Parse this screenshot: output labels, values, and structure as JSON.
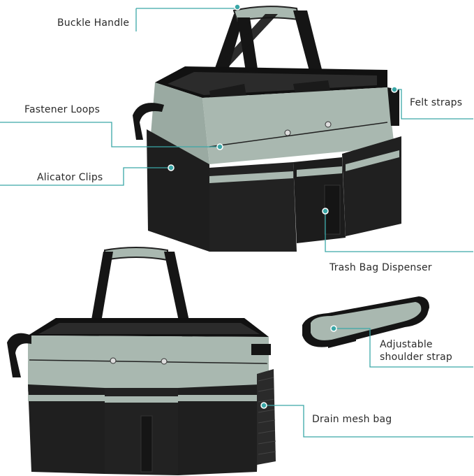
{
  "callouts": {
    "buckle_handle": "Buckle Handle",
    "felt_straps": "Felt straps",
    "fastener_loops": "Fastener Loops",
    "alicator_clips": "Alicator Clips",
    "trash_bag_dispenser": "Trash Bag Dispenser",
    "adjustable_shoulder_strap_line1": "Adjustable",
    "adjustable_shoulder_strap_line2": "shoulder strap",
    "drain_mesh_bag": "Drain mesh bag"
  },
  "colors": {
    "accent_line": "#3aa7a7",
    "bag_black": "#1f1f1f",
    "bag_sage": "#a9b8b0",
    "strap_black": "#151515"
  }
}
